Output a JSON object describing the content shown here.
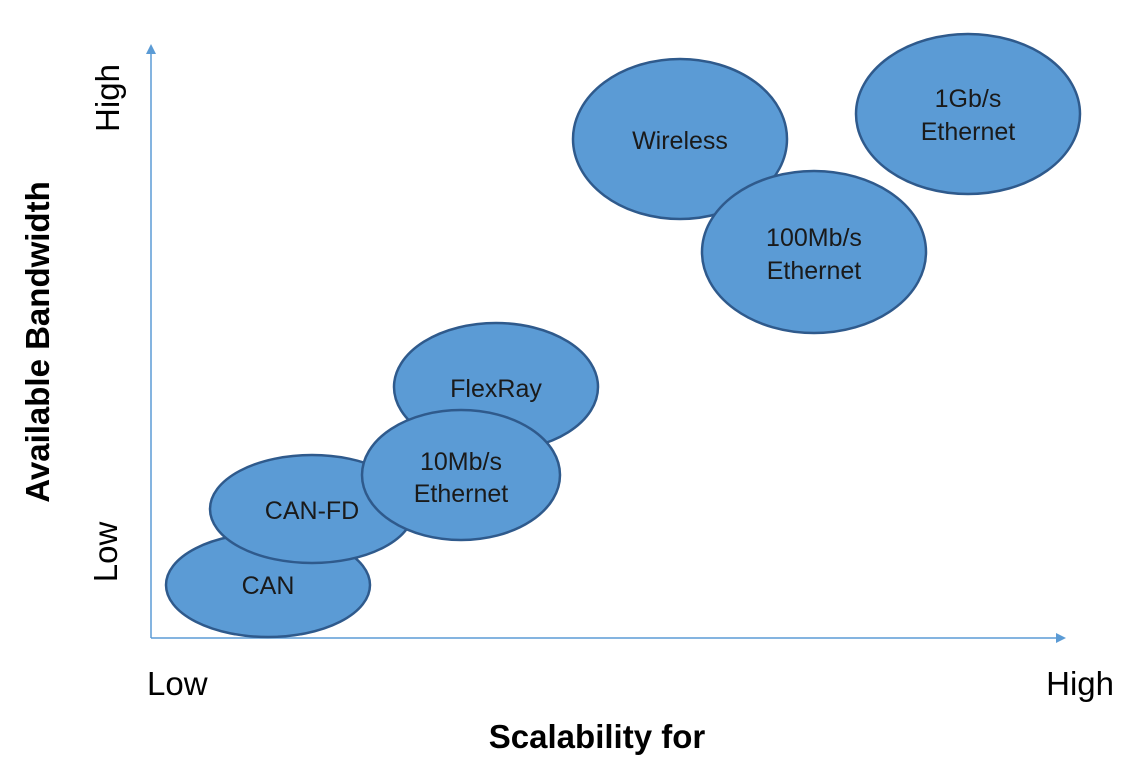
{
  "diagram": {
    "x_axis": {
      "title": "Scalability for",
      "low_label": "Low",
      "high_label": "High"
    },
    "y_axis": {
      "title": "Available Bandwidth",
      "low_label": "Low",
      "high_label": "High"
    },
    "colors": {
      "bubble_fill": "#5b9bd5",
      "bubble_stroke": "#2f5a8c",
      "axis": "#5b9bd5"
    },
    "bubbles": [
      {
        "id": "can",
        "lines": [
          "CAN"
        ]
      },
      {
        "id": "can-fd",
        "lines": [
          "CAN-FD"
        ]
      },
      {
        "id": "flexray",
        "lines": [
          "FlexRay"
        ]
      },
      {
        "id": "10mbs-ethernet",
        "lines": [
          "10Mb/s",
          "Ethernet"
        ]
      },
      {
        "id": "wireless",
        "lines": [
          "Wireless"
        ]
      },
      {
        "id": "100mbs-ethernet",
        "lines": [
          "100Mb/s",
          "Ethernet"
        ]
      },
      {
        "id": "1gbs-ethernet",
        "lines": [
          "1Gb/s",
          "Ethernet"
        ]
      }
    ]
  }
}
